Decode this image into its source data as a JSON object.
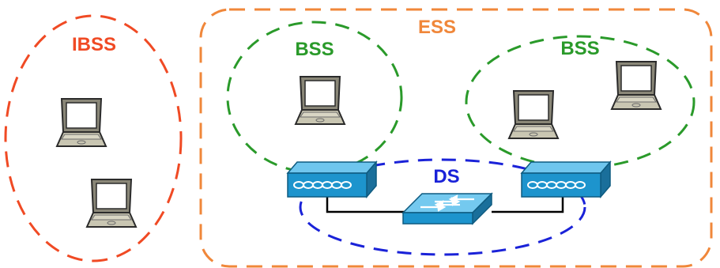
{
  "labels": {
    "ibss": "IBSS",
    "ess": "ESS",
    "bss_left": "BSS",
    "bss_right": "BSS",
    "ds": "DS"
  },
  "colors": {
    "ibss": "#f04a24",
    "ess": "#f0873a",
    "bss": "#2a9a2a",
    "ds": "#1a22d8",
    "device_blue": "#1d94cd",
    "link": "#000000"
  },
  "icons": {
    "laptop": "laptop-icon",
    "access_point": "access-point-icon",
    "switch": "switch-icon"
  }
}
